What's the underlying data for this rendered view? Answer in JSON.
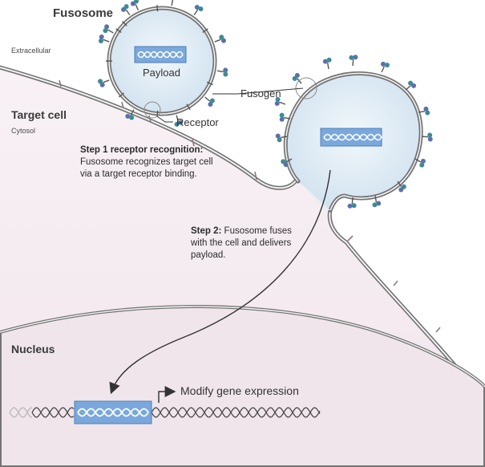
{
  "labels": {
    "fusosome": "Fusosome",
    "extracellular": "Extracellular",
    "payload": "Payload",
    "target_cell": "Target cell",
    "cytosol": "Cytosol",
    "fusogen": "Fusogen",
    "receptor": "Receptor",
    "nucleus": "Nucleus",
    "modify_gene": "Modify gene expression"
  },
  "step1": {
    "bold": "Step 1 receptor recognition:",
    "text": " Fusosome recognizes target cell via a target receptor binding."
  },
  "step2": {
    "bold": "Step 2:",
    "text": " Fusosome fuses with the cell and delivers payload."
  },
  "colors": {
    "membrane": "#6b6b6b",
    "cell_fill": "#f6eef2",
    "nucleus_fill": "#ece2e8",
    "vesicle_fill": "#dbe8f3",
    "vesicle_edge": "#8fb0c8",
    "dna_box": "#6c9dd6",
    "protein_blue": "#5a72a8",
    "protein_teal": "#3d8b94"
  }
}
